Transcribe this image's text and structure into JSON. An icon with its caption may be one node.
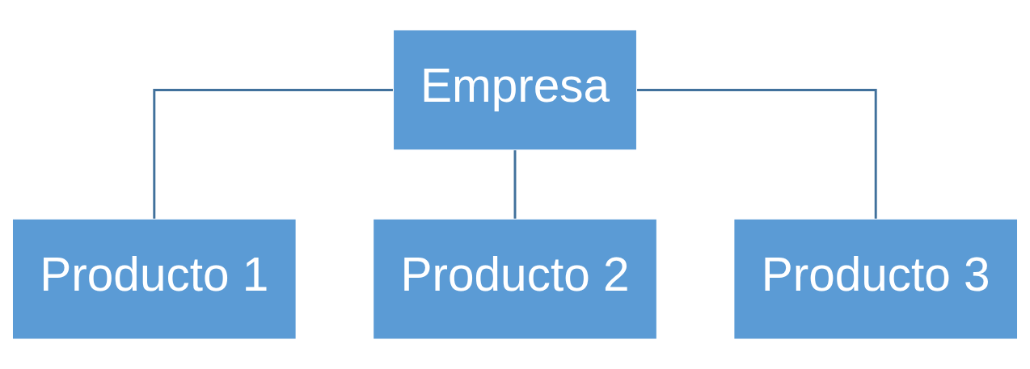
{
  "diagram": {
    "nodes": [
      {
        "text": [
          "Empresa"
        ]
      },
      {
        "text": [
          "Producto 1"
        ]
      },
      {
        "text": [
          "Producto 2"
        ]
      },
      {
        "text": [
          "Producto 3"
        ]
      }
    ],
    "edges": [
      {
        "from": 0,
        "to": 1,
        "arrow": "none"
      },
      {
        "from": 0,
        "to": 2,
        "arrow": "none"
      },
      {
        "from": 0,
        "to": 3,
        "arrow": "none"
      }
    ]
  }
}
